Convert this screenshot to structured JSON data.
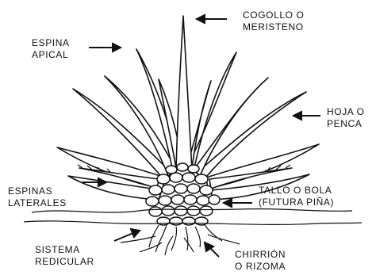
{
  "labels": {
    "cogollo": {
      "line1": "COGOLLO O",
      "line2": "MERISTENO"
    },
    "espina_apical": {
      "line1": "ESPINA",
      "line2": "APICAL"
    },
    "hoja": {
      "line1": "HOJA O",
      "line2": "PENCA"
    },
    "espinas_laterales": {
      "line1": "ESPINAS",
      "line2": "LATERALES"
    },
    "tallo": {
      "line1": "TALLO O BOLA",
      "line2": "(FUTURA PIÑA)"
    },
    "sistema": {
      "line1": "SISTEMA",
      "line2": "REDICULAR"
    },
    "chirrion": {
      "line1": "CHIRRIÓN",
      "line2": "O RIZOMA"
    }
  },
  "colors": {
    "ink": "#111111",
    "background": "#ffffff",
    "fill": "#ffffff"
  }
}
